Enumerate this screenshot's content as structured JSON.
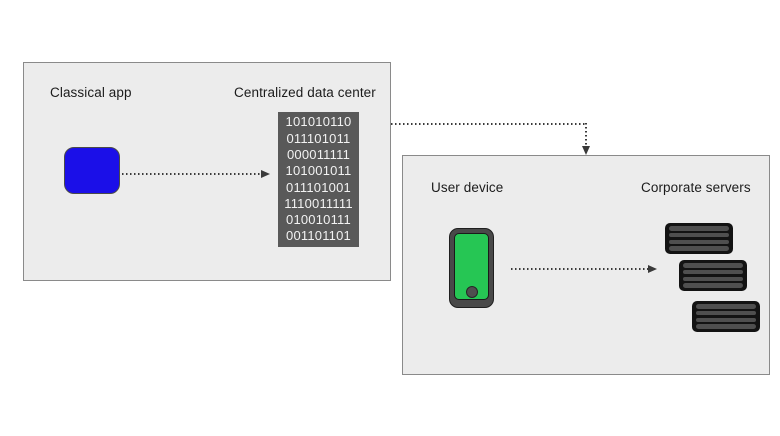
{
  "diagram": {
    "left_panel": {
      "app_label": "Classical app",
      "datacenter_label": "Centralized data center",
      "binary_rows": [
        "101010110",
        "011101011",
        "000011111",
        "101001011",
        "011101001",
        "1110011111",
        "010010111",
        "001101101"
      ]
    },
    "right_panel": {
      "device_label": "User device",
      "servers_label": "Corporate servers",
      "server_count": 3
    }
  },
  "colors": {
    "panel_bg": "#ececec",
    "panel_border": "#8a8a8a",
    "label_text": "#1b1b1b",
    "app_blue": "#1b0fe8",
    "device_green": "#26c654",
    "datacenter_gray": "#595959",
    "server_black": "#131313",
    "arrow_color": "#3a3a3a"
  }
}
